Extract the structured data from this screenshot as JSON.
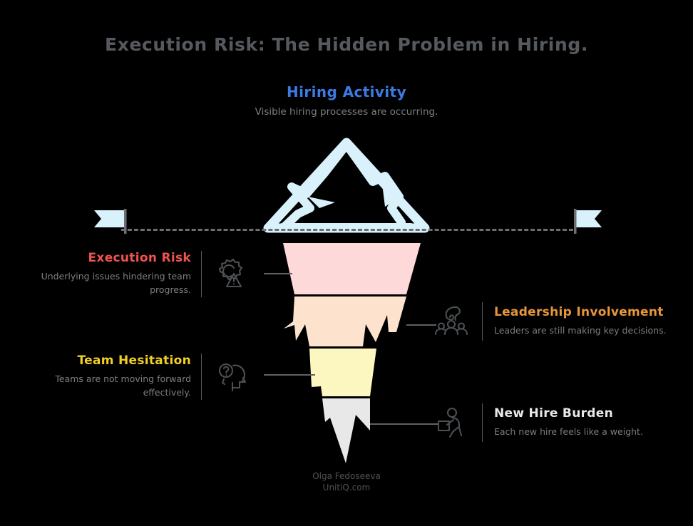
{
  "page": {
    "title": "Execution Risk: The Hidden Problem in Hiring.",
    "background_color": "#000000",
    "title_color": "#565a5e"
  },
  "above_water": {
    "title": "Hiring Activity",
    "title_color": "#3d7ae4",
    "description": "Visible hiring processes are occurring.",
    "icon": "mountain-peak-icon",
    "icon_color": "#d9f1fb"
  },
  "waterline": {
    "style": "dashed",
    "color": "#6b6f73",
    "left_flag_icon": "pennant-flag-icon",
    "right_flag_icon": "pennant-flag-icon",
    "flag_color": "#d9f1fb"
  },
  "callouts": [
    {
      "id": "execution-risk",
      "side": "left",
      "title": "Execution Risk",
      "title_color": "#f0544f",
      "description": "Underlying issues hindering team progress.",
      "icon": "gear-warning-icon",
      "band_color": "#fdd9d9"
    },
    {
      "id": "leadership-involvement",
      "side": "right",
      "title": "Leadership Involvement",
      "title_color": "#e8963a",
      "description": "Leaders are still making key decisions.",
      "icon": "people-group-icon",
      "band_color": "#fde3cd"
    },
    {
      "id": "team-hesitation",
      "side": "left",
      "title": "Team Hesitation",
      "title_color": "#f2d024",
      "description": "Teams are not moving forward effectively.",
      "icon": "head-question-icon",
      "band_color": "#fcf6c1"
    },
    {
      "id": "new-hire-burden",
      "side": "right",
      "title": "New Hire Burden",
      "title_color": "#e9e9e9",
      "description": "Each new hire feels like a weight.",
      "icon": "person-carrying-box-icon",
      "band_color": "#e8e8e8"
    }
  ],
  "footer": {
    "author": "Olga Fedoseeva",
    "site": "UnitiQ.com"
  }
}
